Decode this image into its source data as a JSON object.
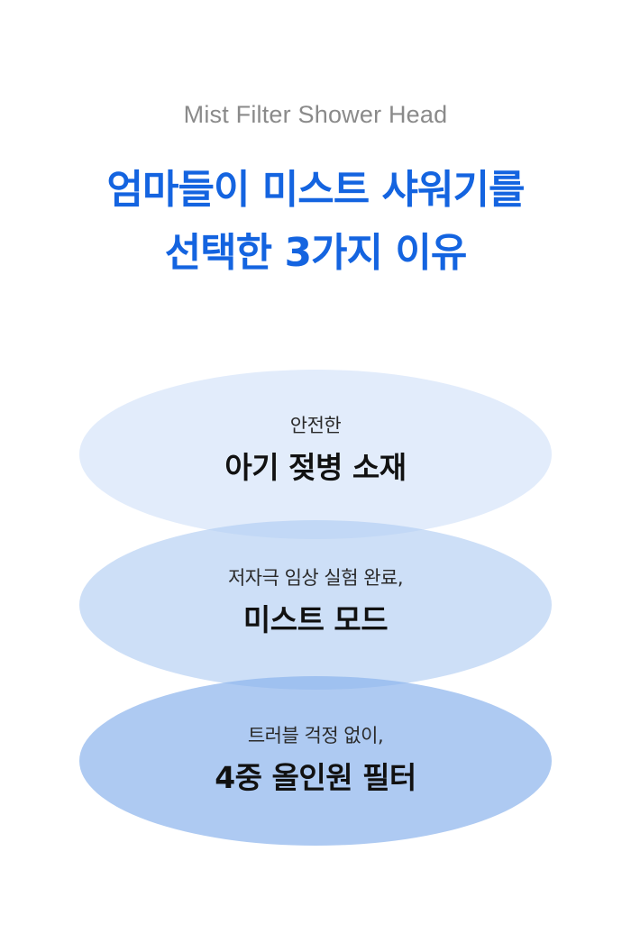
{
  "header": {
    "subtitle": "Mist Filter Shower Head",
    "headline_line1": "엄마들이 미스트 샤워기를",
    "headline_line2": "선택한 3가지 이유"
  },
  "reasons": [
    {
      "caption": "안전한",
      "title": "아기 젖병 소재"
    },
    {
      "caption": "저자극 임상 실험 완료,",
      "title": "미스트 모드"
    },
    {
      "caption": "트러블 걱정 없이,",
      "title": "4중 올인원 필터"
    }
  ],
  "colors": {
    "headline": "#1464e0",
    "subtitle": "#8a8a8a",
    "ellipse_1": "#dce9fb",
    "ellipse_2": "#c7dbf7",
    "ellipse_3": "#a9c8f3"
  }
}
